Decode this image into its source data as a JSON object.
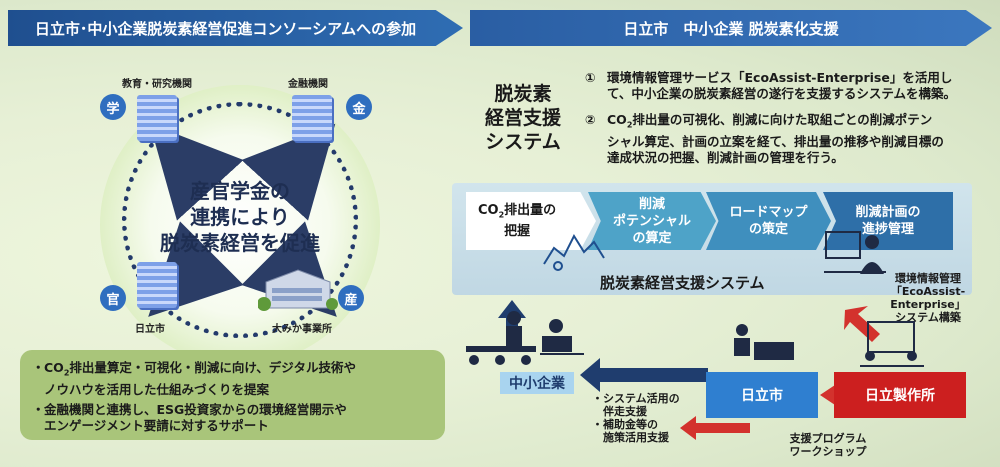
{
  "banners": {
    "left": "日立市･中小企業脱炭素経営促進コンソーシアムへの参加",
    "right": "日立市　中小企業 脱炭素化支援"
  },
  "consortium": {
    "center_text": [
      "産官学金の",
      "連携により",
      "脱炭素経営を促進"
    ],
    "nodes": {
      "academia": {
        "badge": "学",
        "label": "教育・研究機関"
      },
      "finance": {
        "badge": "金",
        "label": "金融機関"
      },
      "government": {
        "badge": "官",
        "label": "日立市"
      },
      "industry": {
        "badge": "産",
        "label": "大みか事業所"
      }
    },
    "bullets": [
      [
        "CO",
        "2",
        "排出量算定・可視化・削減に向け、デジタル技術や",
        "ノウハウを活用した仕組みづくりを提案"
      ],
      [
        "金融機関と連携し、ESG投資家からの環境経営開示や",
        "エンゲージメント要請に対するサポート"
      ]
    ]
  },
  "system": {
    "title": [
      "脱炭素",
      "経営支援",
      "システム"
    ],
    "descriptions": [
      {
        "num": "①",
        "lines": [
          "環境情報管理サービス「EcoAssist-Enterprise」を活用し",
          "て、中小企業の脱炭素経営の遂行を支援するシステムを構築。"
        ]
      },
      {
        "num": "②",
        "lines_with_sub": [
          "CO",
          "2",
          "排出量の可視化、削減に向けた取組ごとの削減ポテン"
        ],
        "lines": [
          "シャル算定、計画の立案を経て、排出量の推移や削減目標の",
          "達成状況の把握、削減計画の管理を行う。"
        ]
      }
    ],
    "steps": [
      {
        "pre": "CO",
        "sub": "2",
        "post": "排出量の",
        "line2": "把握"
      },
      {
        "line1": "削減",
        "line2": "ポテンシャル",
        "line3": "の算定"
      },
      {
        "line1": "ロードマップ",
        "line2": "の策定"
      },
      {
        "line1": "削減計画の",
        "line2": "進捗管理"
      }
    ],
    "panel_label": "脱炭素経営支援システム",
    "ecoassist_note": [
      "環境情報管理",
      "「EcoAssist-",
      "Enterprise」",
      "システム構築"
    ]
  },
  "actors": {
    "sme": "中小企業",
    "hitachi_city": "日立市",
    "hitachi_ltd": "日立製作所"
  },
  "support": {
    "items": [
      "・システム活用の",
      "　伴走支援",
      "・補助金等の",
      "　施策活用支援"
    ],
    "program": [
      "支援プログラム",
      "ワークショップ"
    ]
  }
}
